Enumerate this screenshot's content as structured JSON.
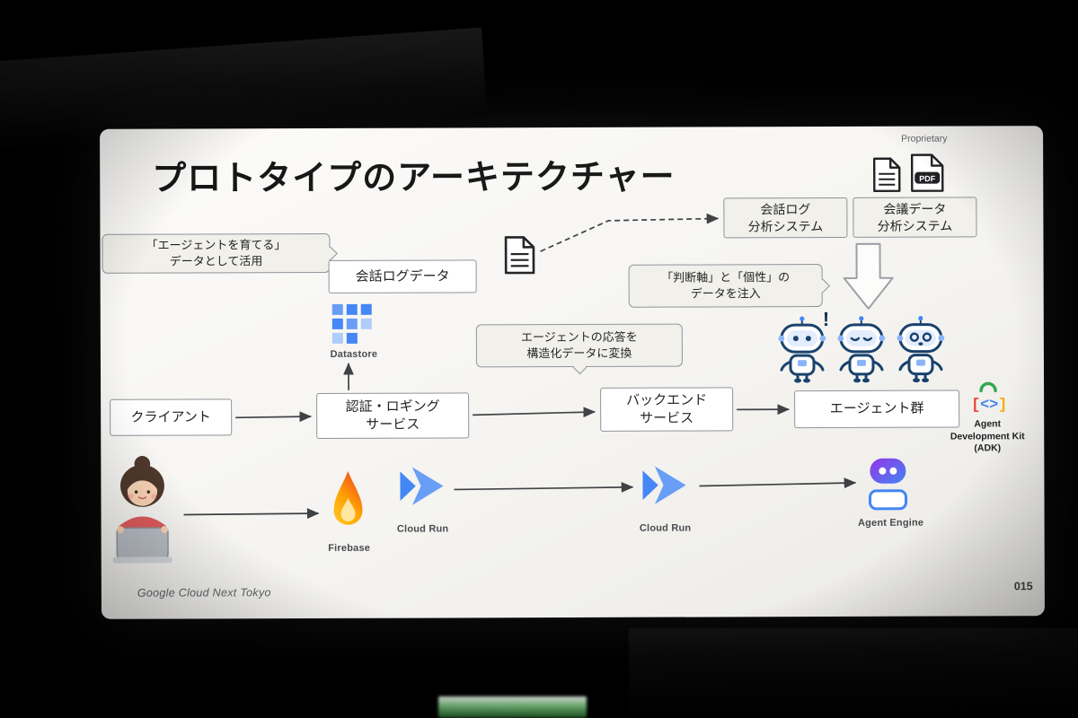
{
  "slide": {
    "title": "プロトタイプのアーキテクチャー",
    "proprietary": "Proprietary",
    "footer": "Google Cloud Next Tokyo",
    "page_number": "015"
  },
  "nodes": {
    "client": "クライアント",
    "auth_logging_1": "認証・ロギング",
    "auth_logging_2": "サービス",
    "backend_1": "バックエンド",
    "backend_2": "サービス",
    "agents": "エージェント群",
    "conv_log_data": "会話ログデータ",
    "conv_log_analysis_1": "会話ログ",
    "conv_log_analysis_2": "分析システム",
    "meeting_analysis_1": "会議データ",
    "meeting_analysis_2": "分析システム"
  },
  "callouts": {
    "nurture_1": "「エージェントを育てる」",
    "nurture_2": "データとして活用",
    "inject_1": "「判断軸」と「個性」の",
    "inject_2": "データを注入",
    "transform_1": "エージェントの応答を",
    "transform_2": "構造化データに変換"
  },
  "labels": {
    "datastore": "Datastore",
    "firebase": "Firebase",
    "cloud_run_1": "Cloud Run",
    "cloud_run_2": "Cloud Run",
    "agent_engine": "Agent Engine",
    "adk_1": "Agent",
    "adk_2": "Development Kit",
    "adk_3": "(ADK)",
    "pdf": "PDF",
    "exclamation": "!",
    "adk_glyph_1": "[",
    "adk_glyph_2": "<",
    "adk_glyph_3": ">",
    "adk_glyph_4": "]"
  },
  "colors": {
    "google_blue": "#4285f4",
    "light_blue": "#669df6",
    "pale_blue": "#aecbfa",
    "firebase_orange": "#ffa000",
    "firebase_yellow": "#ffca28",
    "panel_fill": "#f1f0ea",
    "panel_border": "#8e9298",
    "arrow": "#3c4043"
  }
}
